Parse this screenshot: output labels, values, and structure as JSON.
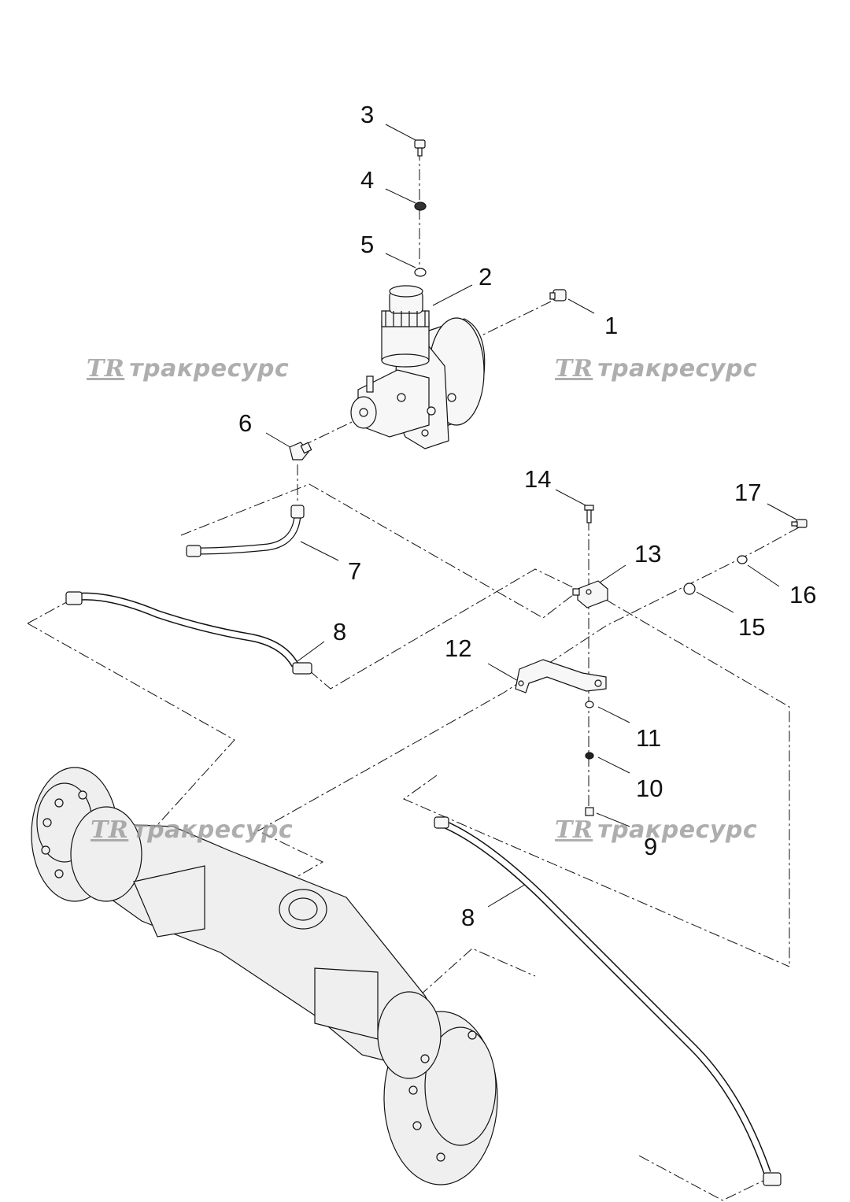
{
  "callouts": {
    "c1": "1",
    "c2": "2",
    "c3": "3",
    "c4": "4",
    "c5": "5",
    "c6": "6",
    "c7": "7",
    "c8a": "8",
    "c8b": "8",
    "c9": "9",
    "c10": "10",
    "c11": "11",
    "c12": "12",
    "c13": "13",
    "c14": "14",
    "c15": "15",
    "c16": "16",
    "c17": "17"
  },
  "watermark": {
    "logo": "TR",
    "text": "тракресурс"
  },
  "colors": {
    "line": "#111111",
    "part_fill": "#f7f7f7",
    "axle_fill": "#efefef",
    "watermark": "#9a9a9a"
  }
}
